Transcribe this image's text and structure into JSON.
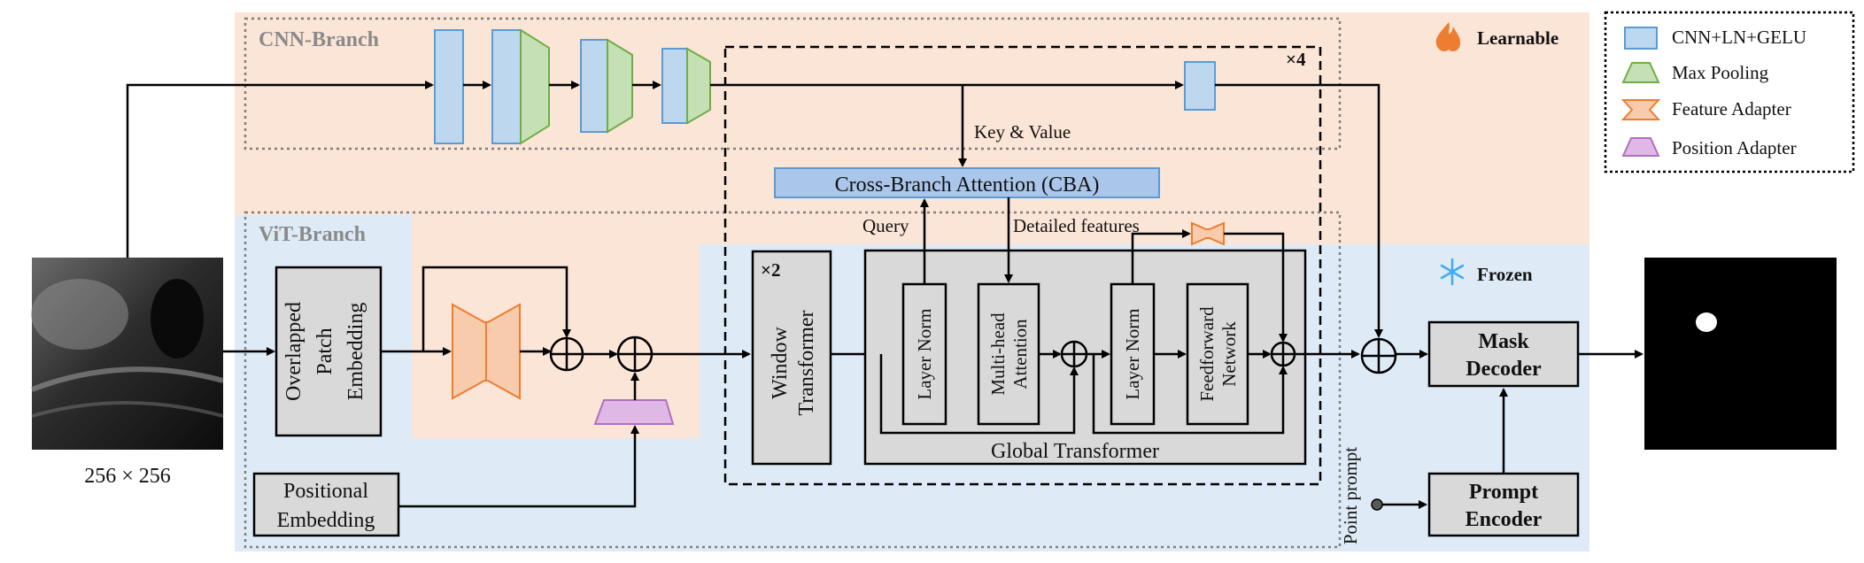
{
  "labels": {
    "cnn_branch": "CNN-Branch",
    "vit_branch": "ViT-Branch",
    "learnable": "Learnable",
    "frozen": "Frozen",
    "repeat_x4": "×4",
    "repeat_x2": "×2",
    "key_value": "Key & Value",
    "cba": "Cross-Branch Attention (CBA)",
    "query": "Query",
    "detailed_features": "Detailed features",
    "input_size": "256 × 256",
    "overlapped_patch_embedding": [
      "Overlapped",
      "Patch",
      "Embedding"
    ],
    "positional_embedding": [
      "Positional",
      "Embedding"
    ],
    "window_transformer": [
      "Window",
      "Transformer"
    ],
    "layer_norm": "Layer Norm",
    "multi_head_attention": [
      "Multi-head",
      "Attention"
    ],
    "feedforward_network": [
      "Feedforward",
      "Network"
    ],
    "global_transformer": "Global Transformer",
    "point_prompt": "Point prompt",
    "mask_decoder": [
      "Mask",
      "Decoder"
    ],
    "prompt_encoder": [
      "Prompt",
      "Encoder"
    ]
  },
  "legend": [
    {
      "label": "CNN+LN+GELU",
      "shape": "rect",
      "fill": "#bdd7ee",
      "stroke": "#5b9bd5"
    },
    {
      "label": "Max Pooling",
      "shape": "trapezoid",
      "fill": "#c5e0b4",
      "stroke": "#70ad47"
    },
    {
      "label": "Feature Adapter",
      "shape": "bowtie",
      "fill": "#f8cbad",
      "stroke": "#ed7d31"
    },
    {
      "label": "Position Adapter",
      "shape": "trapezoid",
      "fill": "#e0b8e6",
      "stroke": "#b070c0"
    }
  ],
  "icons": {
    "learnable": "flame-icon",
    "frozen": "snowflake-icon"
  },
  "colors": {
    "learnable_bg": "#fbe5d6",
    "frozen_bg": "#deebf7",
    "cnn_block": "#bdd7ee",
    "max_pool": "#c5e0b4",
    "feature_adapter": "#f8cbad",
    "position_adapter": "#e0b8e6",
    "gray_block": "#d9d9d9"
  }
}
